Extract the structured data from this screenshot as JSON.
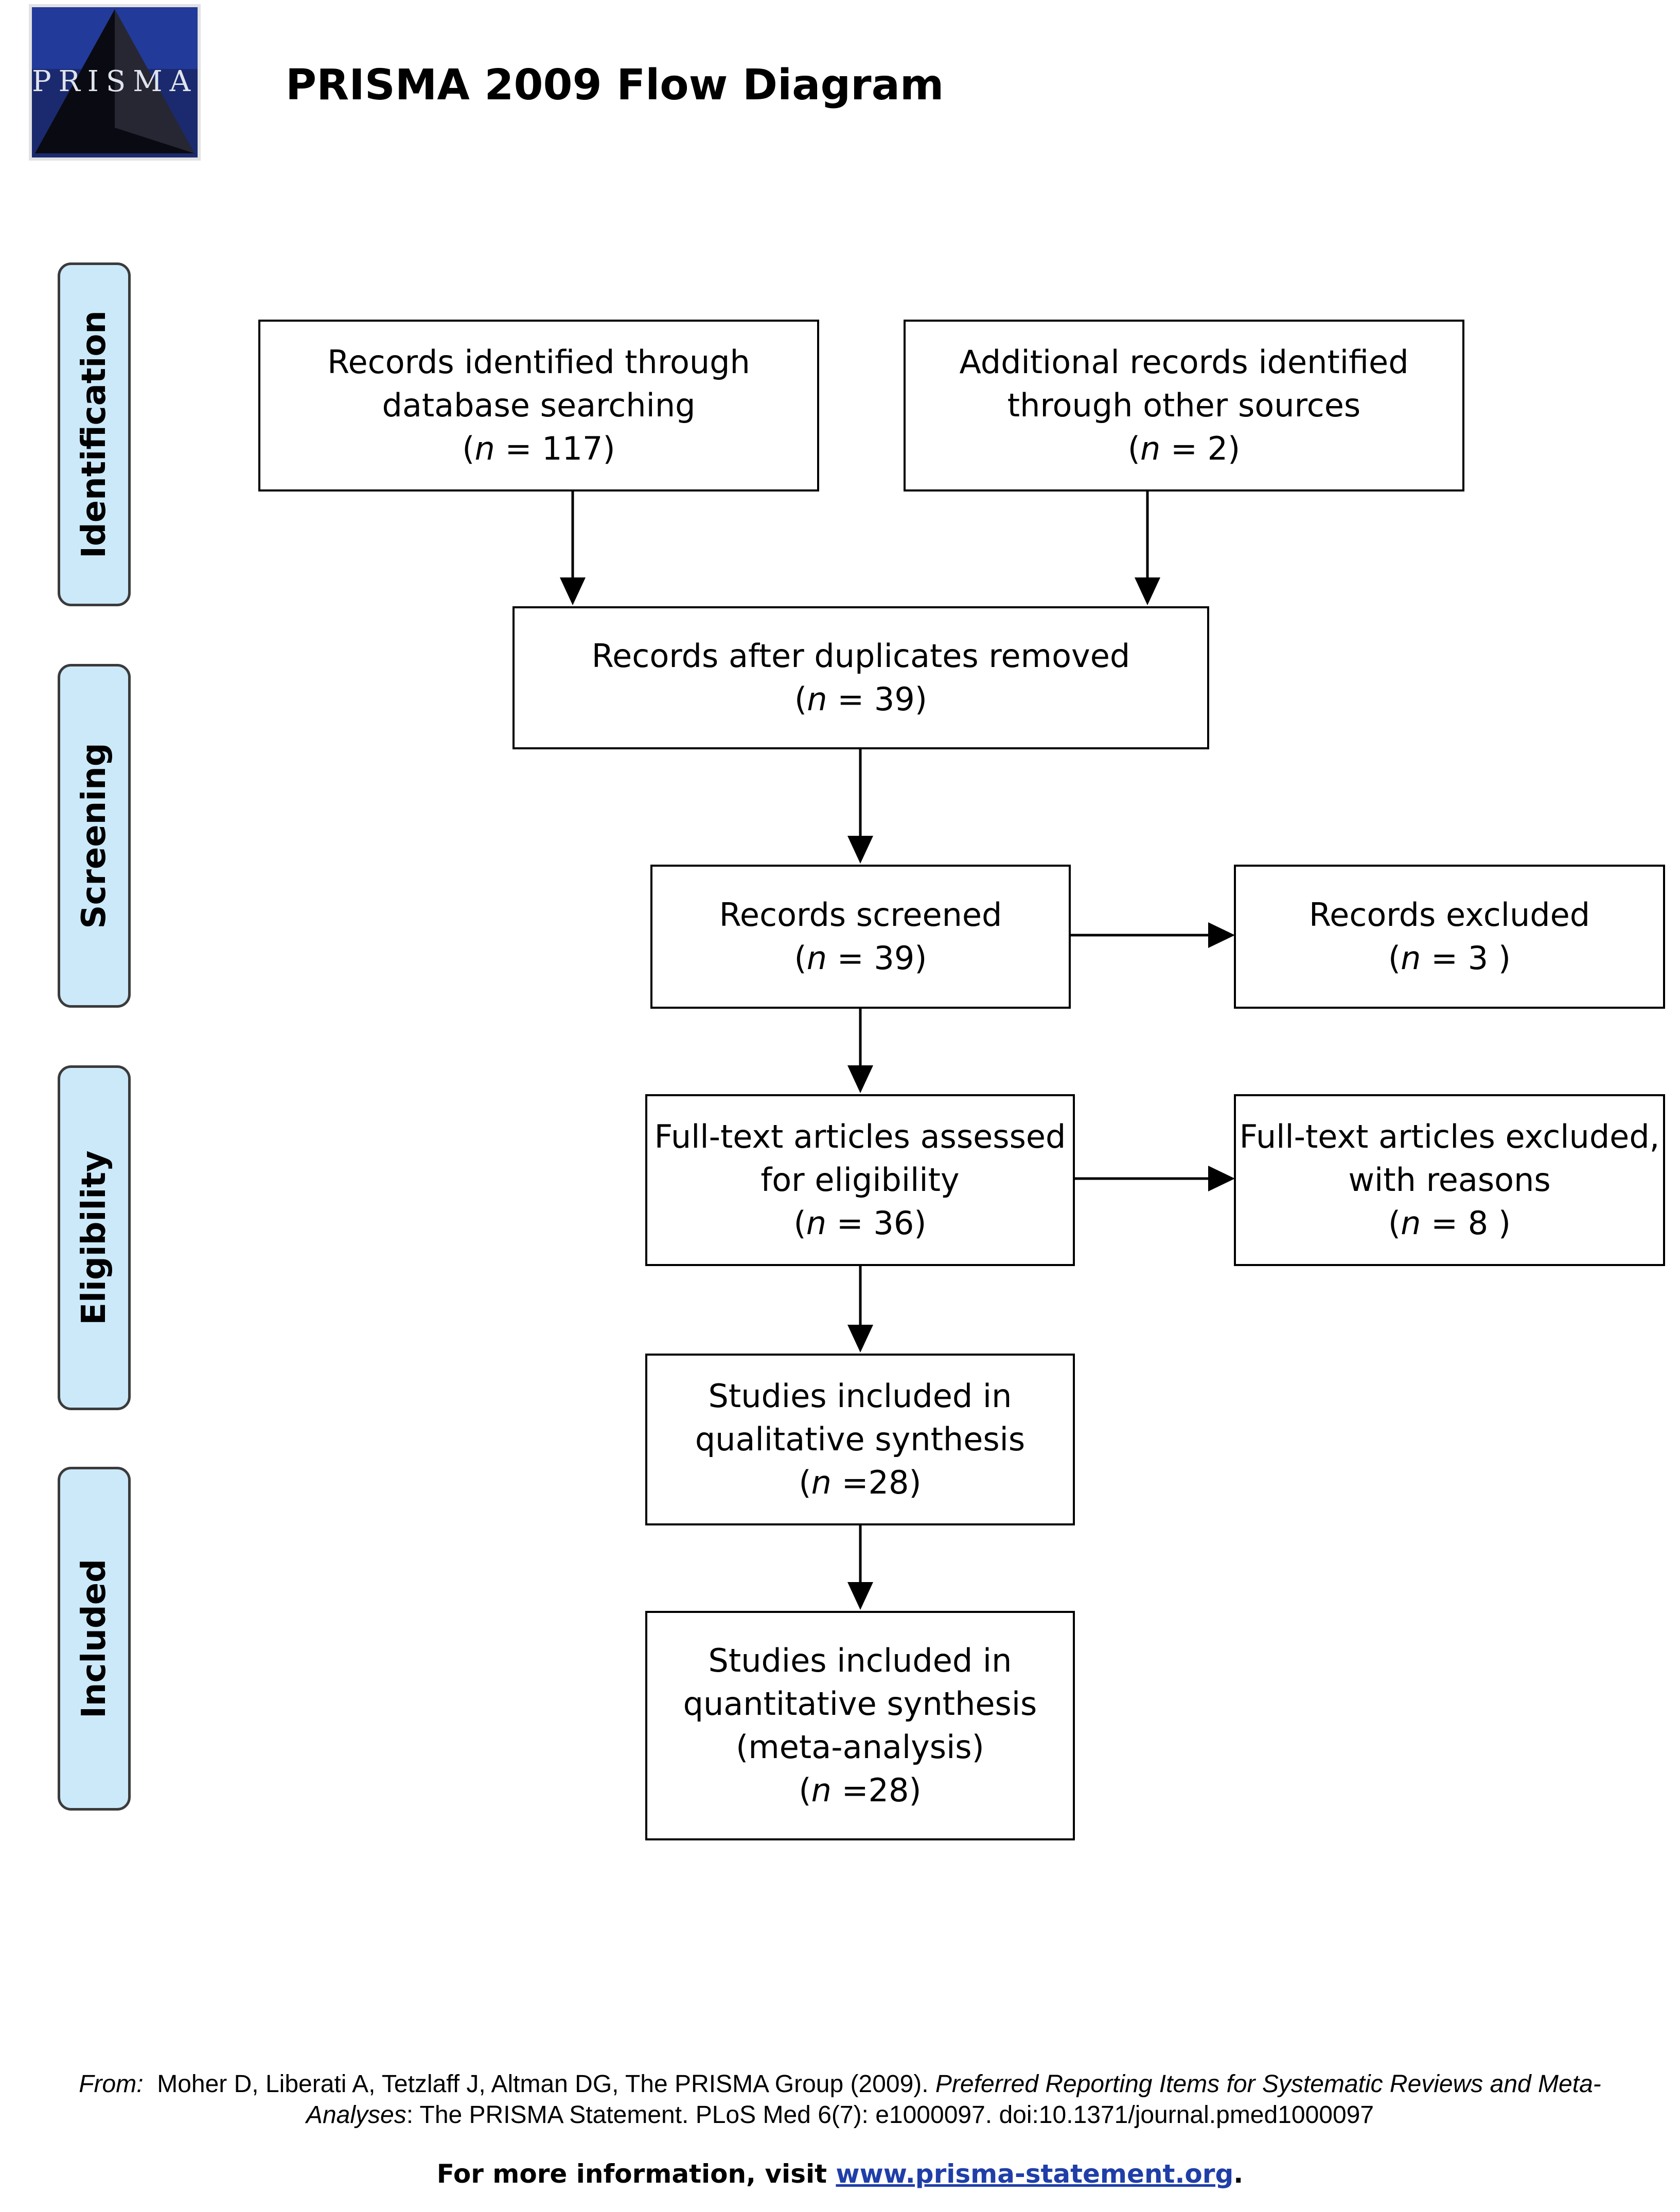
{
  "header": {
    "logo_text": "PRISMA",
    "title": "PRISMA 2009 Flow Diagram"
  },
  "phases": {
    "identification": "Identification",
    "screening": "Screening",
    "eligibility": "Eligibility",
    "included": "Included"
  },
  "boxes": {
    "database_search": {
      "line1": "Records identified through",
      "line2": "database searching",
      "n_prefix": "(",
      "n_italic": "n",
      "n_suffix": " = 117)"
    },
    "other_sources": {
      "line1": "Additional records identified",
      "line2": "through other sources",
      "n_prefix": "(",
      "n_italic": "n",
      "n_suffix": " = 2)"
    },
    "duplicates_removed": {
      "line1": "Records after duplicates removed",
      "n_prefix": "(",
      "n_italic": "n",
      "n_suffix": " = 39)"
    },
    "screened": {
      "line1": "Records screened",
      "n_prefix": "(",
      "n_italic": "n",
      "n_suffix": " = 39)"
    },
    "excluded": {
      "line1": "Records excluded",
      "n_prefix": "(",
      "n_italic": "n",
      "n_suffix": " = 3 )"
    },
    "fulltext_assessed": {
      "line1": "Full-text articles assessed",
      "line2": "for eligibility",
      "n_prefix": "(",
      "n_italic": "n",
      "n_suffix": " = 36)"
    },
    "fulltext_excluded": {
      "line1": "Full-text articles excluded,",
      "line2": "with reasons",
      "n_prefix": "(",
      "n_italic": "n",
      "n_suffix": " = 8 )"
    },
    "qualitative": {
      "line1": "Studies included in",
      "line2": "qualitative synthesis",
      "n_prefix": "(",
      "n_italic": "n",
      "n_suffix": " =28)"
    },
    "quantitative": {
      "line1": "Studies included in",
      "line2": "quantitative synthesis",
      "line3": "(meta-analysis)",
      "n_prefix": "(",
      "n_italic": "n",
      "n_suffix": " =28)"
    }
  },
  "footer": {
    "citation_label": "From:",
    "citation_line1": "Moher D, Liberati A, Tetzlaff J, Altman DG, The PRISMA Group (2009). ",
    "citation_title1": "Preferred Reporting Items for Systematic Reviews and Meta-",
    "citation_title2": "Analyses",
    "citation_line2": ": The PRISMA Statement. PLoS Med 6(7): e1000097. doi:10.1371/journal.pmed1000097",
    "more_info_text": "For more information, visit ",
    "more_info_link": "www.prisma-statement.org",
    "more_info_end": "."
  }
}
